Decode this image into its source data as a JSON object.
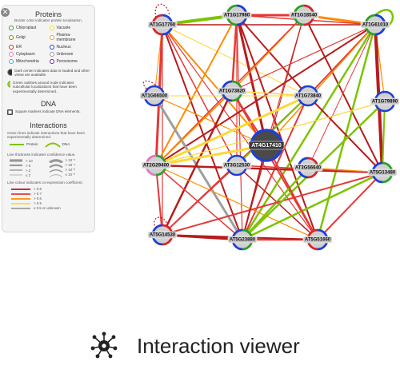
{
  "legend": {
    "proteins_title": "Proteins",
    "proteins_desc": "Border color indicates protein localisation.",
    "localisations": [
      {
        "label": "Chloroplast",
        "color": "#2ca02c"
      },
      {
        "label": "Vacuole",
        "color": "#e6e600"
      },
      {
        "label": "Golgi",
        "color": "#8a8a00"
      },
      {
        "label": "Plasma-membrane",
        "color": "#f0a020"
      },
      {
        "label": "ER",
        "color": "#d62728"
      },
      {
        "label": "Nucleus",
        "color": "#1f3fd6"
      },
      {
        "label": "Cytoplasm",
        "color": "#e377c2"
      },
      {
        "label": "Unknown",
        "color": "#9a9a9a"
      },
      {
        "label": "Mitochondria",
        "color": "#3cb0e0"
      },
      {
        "label": "Peroxisome",
        "color": "#7b1fa2"
      }
    ],
    "dark_center_text": "Dark center indicates data is loaded and other views are available.",
    "green_outline_text": "Green outlines around node indicates subcellular localizations that have been experimentally determined.",
    "dna_title": "DNA",
    "dna_text": "Square markers indicate DNA elements.",
    "interactions_title": "Interactions",
    "interactions_text": "Green lines indicate interactions that have been experimentally determined.",
    "protein_label": "Protein",
    "dna_label": "DNA",
    "thickness_text": "Line thickness indicates confidence value.",
    "thickness_left": [
      "> 10",
      "> 5",
      "> 2",
      "≤ 2"
    ],
    "thickness_right": [
      "> 10⁻⁶",
      "> 10⁻⁴",
      "> 10⁻²",
      "≤ 10⁻²"
    ],
    "colour_text": "Line colour indicates co-expression coefficient.",
    "colour_items": [
      {
        "label": "> 0.8",
        "color": "#b71c1c"
      },
      {
        "label": "> 0.7",
        "color": "#e53935"
      },
      {
        "label": "> 0.6",
        "color": "#fb8c00"
      },
      {
        "label": "> 0.5",
        "color": "#fdd835"
      },
      {
        "label": "≤ 0.5 or unknown",
        "color": "#9e9e9e"
      }
    ]
  },
  "footer": {
    "title": "Interaction viewer",
    "icon": "network-hub-icon"
  },
  "graph": {
    "center": {
      "id": "AT4G17410",
      "color": "#1f3fd6"
    },
    "nodes": [
      {
        "id": "AT1G17980",
        "colors": [
          "#1f3fd6",
          "#2ca02c"
        ]
      },
      {
        "id": "AT1G18540",
        "colors": [
          "#d62728",
          "#2ca02c"
        ]
      },
      {
        "id": "AT1G17760",
        "colors": [
          "#1f3fd6",
          "#d62728"
        ]
      },
      {
        "id": "AT1G61010",
        "colors": [
          "#1f3fd6",
          "#2ca02c"
        ]
      },
      {
        "id": "AT1G66500",
        "colors": [
          "#1f3fd6"
        ]
      },
      {
        "id": "AT1G73820",
        "colors": [
          "#2ca02c",
          "#1f3fd6"
        ]
      },
      {
        "id": "AT1G73840",
        "colors": [
          "#1f3fd6"
        ]
      },
      {
        "id": "AT1G79890",
        "colors": [
          "#1f3fd6"
        ]
      },
      {
        "id": "AT2G29400",
        "colors": [
          "#2ca02c",
          "#e377c2"
        ]
      },
      {
        "id": "AT3G12530",
        "colors": [
          "#1f3fd6"
        ]
      },
      {
        "id": "AT3G56640",
        "colors": [
          "#d62728",
          "#1f3fd6"
        ]
      },
      {
        "id": "AT5G13480",
        "colors": [
          "#2ca02c",
          "#1f3fd6"
        ]
      },
      {
        "id": "AT5G14530",
        "colors": [
          "#d62728",
          "#1f3fd6"
        ]
      },
      {
        "id": "AT5G23880",
        "colors": [
          "#2ca02c",
          "#1f3fd6"
        ]
      },
      {
        "id": "AT5G51660",
        "colors": [
          "#1f3fd6",
          "#d62728"
        ]
      }
    ]
  }
}
